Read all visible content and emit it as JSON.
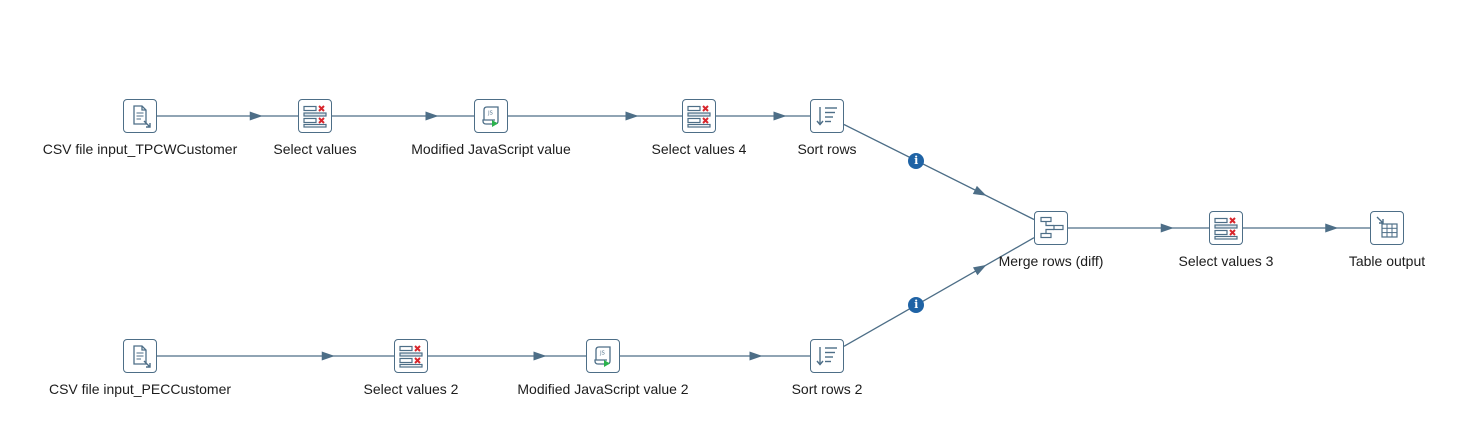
{
  "steps": [
    {
      "id": "csv1",
      "label": "CSV file input_TPCWCustomer",
      "icon": "csv-file-input-icon"
    },
    {
      "id": "sel1",
      "label": "Select values",
      "icon": "select-values-icon"
    },
    {
      "id": "js1",
      "label": "Modified JavaScript value",
      "icon": "javascript-icon"
    },
    {
      "id": "sel4",
      "label": "Select values 4",
      "icon": "select-values-icon"
    },
    {
      "id": "sort1",
      "label": "Sort rows",
      "icon": "sort-rows-icon"
    },
    {
      "id": "merge",
      "label": "Merge rows (diff)",
      "icon": "merge-rows-icon"
    },
    {
      "id": "sel3",
      "label": "Select values 3",
      "icon": "select-values-icon"
    },
    {
      "id": "tout",
      "label": "Table output",
      "icon": "table-output-icon"
    },
    {
      "id": "csv2",
      "label": "CSV file input_PECCustomer",
      "icon": "csv-file-input-icon"
    },
    {
      "id": "sel2",
      "label": "Select values 2",
      "icon": "select-values-icon"
    },
    {
      "id": "js2",
      "label": "Modified JavaScript value 2",
      "icon": "javascript-icon"
    },
    {
      "id": "sort2",
      "label": "Sort rows 2",
      "icon": "sort-rows-icon"
    }
  ],
  "hops": [
    {
      "from": "csv1",
      "to": "sel1"
    },
    {
      "from": "sel1",
      "to": "js1"
    },
    {
      "from": "js1",
      "to": "sel4"
    },
    {
      "from": "sel4",
      "to": "sort1"
    },
    {
      "from": "sort1",
      "to": "merge",
      "info": true
    },
    {
      "from": "merge",
      "to": "sel3"
    },
    {
      "from": "sel3",
      "to": "tout"
    },
    {
      "from": "csv2",
      "to": "sel2"
    },
    {
      "from": "sel2",
      "to": "js2"
    },
    {
      "from": "js2",
      "to": "sort2"
    },
    {
      "from": "sort2",
      "to": "merge",
      "info": true
    }
  ],
  "colors": {
    "hop": "#4d6e87",
    "icon_border": "#4d6e87",
    "info_badge": "#1f63a5",
    "red_x": "#d8262d",
    "green": "#2bb24c",
    "label_text": "#1c1c1c"
  },
  "info_badge_symbol": "i"
}
